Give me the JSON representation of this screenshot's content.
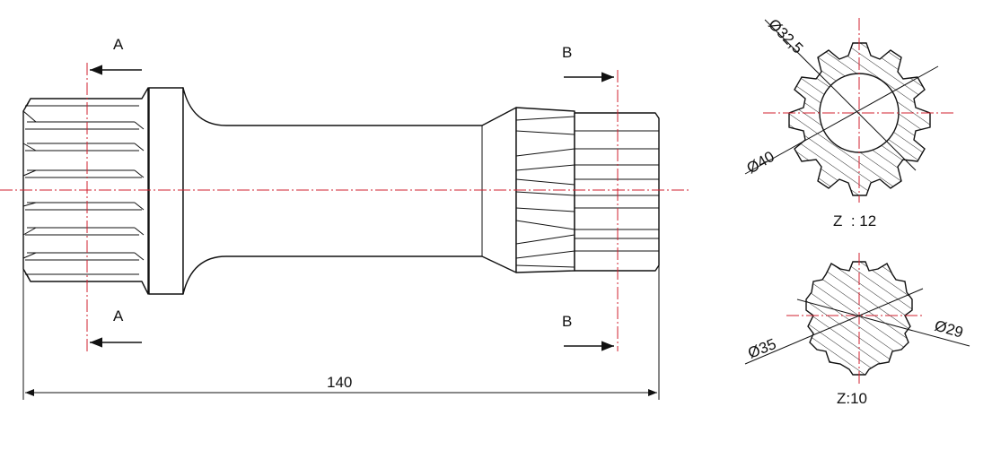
{
  "colors": {
    "outline": "#111111",
    "centerline": "#d2212f",
    "background": "#ffffff"
  },
  "side_view": {
    "overall_length_label": "140",
    "section_a_top_label": "A",
    "section_a_bottom_label": "A",
    "section_b_top_label": "B",
    "section_b_bottom_label": "B"
  },
  "section_a": {
    "outer_diameter_label": "Ø40",
    "inner_diameter_label": "Ø32,5",
    "teeth_label": "Z  : 12"
  },
  "section_b": {
    "outer_diameter_label": "Ø35",
    "inner_diameter_label": "Ø29",
    "teeth_label": "Z:10"
  }
}
